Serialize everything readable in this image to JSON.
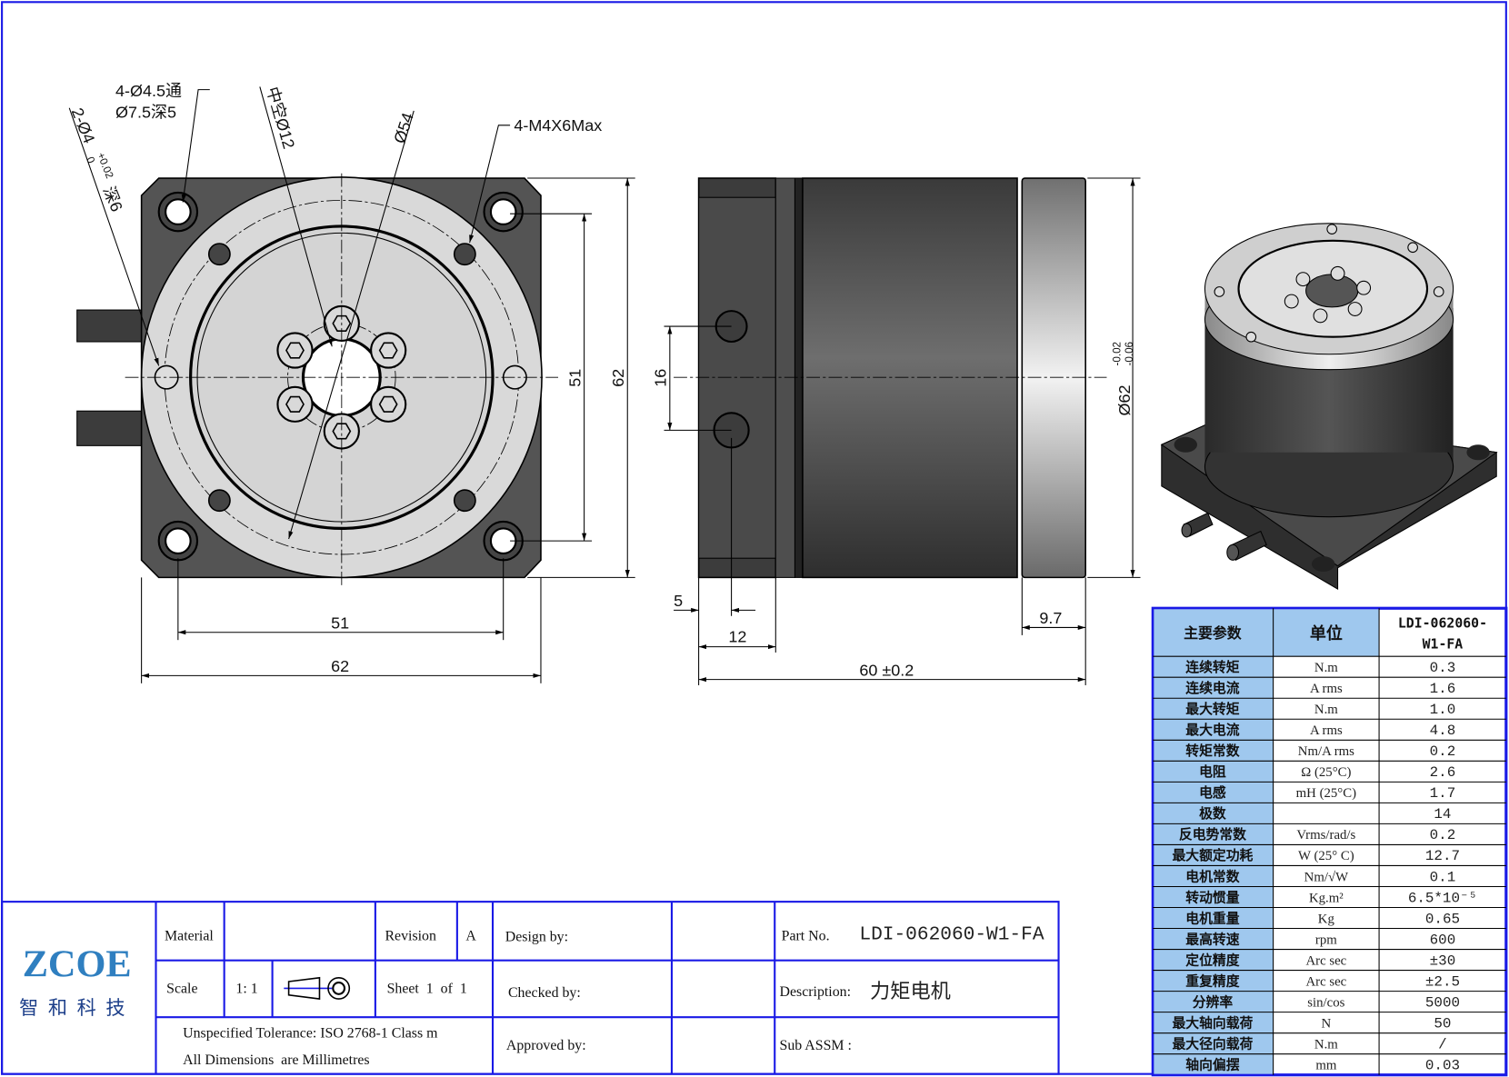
{
  "colors": {
    "border": "#1a1ae6",
    "table_header": "#9fc8ee",
    "table_label": "#9fc8ee",
    "logo": "#2f7fc0"
  },
  "front_view": {
    "callouts": [
      "4-Ø4.5通",
      "Ø7.5深5",
      "2-Ø4",
      "+0.02",
      "0",
      "深6",
      "中空Ø12",
      "Ø54",
      "4-M4X6Max"
    ],
    "dims": {
      "h_inner": "51",
      "h_outer": "62",
      "w_inner": "51",
      "w_outer": "62"
    }
  },
  "side_view": {
    "dims": {
      "pitch": "16",
      "dia": "Ø62",
      "tol_upper": "-0.02",
      "tol_lower": "-0.06",
      "offset": "5",
      "flange": "12",
      "ring": "9.7",
      "length": "60 ±0.2"
    }
  },
  "spec_table": {
    "headers": [
      "主要参数",
      "单位",
      "LDI-062060-",
      "W1-FA"
    ],
    "rows": [
      {
        "param": "连续转矩",
        "unit": "N.m",
        "value": "0.3"
      },
      {
        "param": "连续电流",
        "unit": "A rms",
        "value": "1.6"
      },
      {
        "param": "最大转矩",
        "unit": "N.m",
        "value": "1.0"
      },
      {
        "param": "最大电流",
        "unit": "A rms",
        "value": "4.8"
      },
      {
        "param": "转矩常数",
        "unit": "Nm/A rms",
        "value": "0.2"
      },
      {
        "param": "电阻",
        "unit": "Ω (25°C)",
        "value": "2.6"
      },
      {
        "param": "电感",
        "unit": "mH (25°C)",
        "value": "1.7"
      },
      {
        "param": "极数",
        "unit": "",
        "value": "14"
      },
      {
        "param": "反电势常数",
        "unit": "Vrms/rad/s",
        "value": "0.2"
      },
      {
        "param": "最大额定功耗",
        "unit": "W (25° C)",
        "value": "12.7"
      },
      {
        "param": "电机常数",
        "unit": "Nm/√W",
        "value": "0.1"
      },
      {
        "param": "转动惯量",
        "unit": "Kg.m²",
        "value": "6.5*10⁻⁵"
      },
      {
        "param": "电机重量",
        "unit": "Kg",
        "value": "0.65"
      },
      {
        "param": "最高转速",
        "unit": "rpm",
        "value": "600"
      },
      {
        "param": "定位精度",
        "unit": "Arc sec",
        "value": "±30"
      },
      {
        "param": "重复精度",
        "unit": "Arc sec",
        "value": "±2.5"
      },
      {
        "param": "分辨率",
        "unit": "sin/cos",
        "value": "5000"
      },
      {
        "param": "最大轴向载荷",
        "unit": "N",
        "value": "50"
      },
      {
        "param": "最大径向载荷",
        "unit": "N.m",
        "value": "/"
      },
      {
        "param": "轴向偏摆",
        "unit": "mm",
        "value": "0.03"
      }
    ]
  },
  "title_block": {
    "logo": "ZCOE",
    "logo_cn": "智和科技",
    "material_label": "Material",
    "material_value": "",
    "revision_label": "Revision",
    "revision_value": "A",
    "scale_label": "Scale",
    "scale_value": "1: 1",
    "sheet": "Sheet  1  of  1",
    "tolerance": "Unspecified Tolerance: ISO 2768-1 Class m",
    "units": "All Dimensions  are Millimetres",
    "design_by": "Design by:",
    "checked_by": "Checked by:",
    "approved_by": "Approved by:",
    "part_no_label": "Part No.",
    "part_no": "LDI-062060-W1-FA",
    "description_label": "Description:",
    "description": "力矩电机",
    "sub_assm": "Sub ASSM :"
  }
}
